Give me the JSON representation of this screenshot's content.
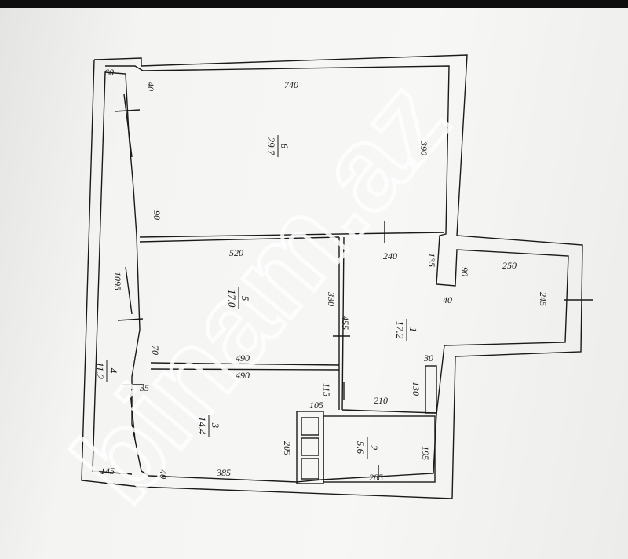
{
  "watermark": "binam.az",
  "colors": {
    "wall": "#1a1a1a",
    "paper": "#f4f4f2",
    "topbar": "#0e0e0e"
  },
  "rooms": [
    {
      "number": "6",
      "area": "29.7"
    },
    {
      "number": "5",
      "area": "17.0"
    },
    {
      "number": "1",
      "area": "17.2"
    },
    {
      "number": "4",
      "area": "11.2"
    },
    {
      "number": "3",
      "area": "14.4"
    },
    {
      "number": "2",
      "area": "5.6"
    }
  ],
  "dimensions": {
    "d60": "60",
    "d40a": "40",
    "d740": "740",
    "d390": "390",
    "d90a": "90",
    "d240": "240",
    "d135": "135",
    "d90b": "90",
    "d250": "250",
    "d40b": "40",
    "d245": "245",
    "d520": "520",
    "d1095": "1095",
    "d330": "330",
    "d455": "455",
    "d70": "70",
    "d490a": "490",
    "d490b": "490",
    "d35": "35",
    "d115": "115",
    "d30": "30",
    "d130": "130",
    "d105": "105",
    "d210": "210",
    "d205": "205",
    "d195": "195",
    "d145": "145",
    "d40c": "40",
    "d385": "385",
    "d285": "285"
  }
}
